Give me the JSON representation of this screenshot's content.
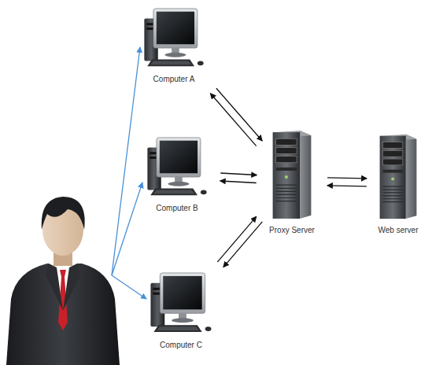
{
  "diagram": {
    "nodes": [
      {
        "text": [
          "Computer A"
        ]
      },
      {
        "text": [
          "Computer B"
        ]
      },
      {
        "text": [
          "Computer C"
        ]
      },
      {
        "text": [
          "Proxy Server"
        ]
      },
      {
        "text": [
          "Web server"
        ]
      }
    ],
    "edges": [
      {
        "from": 0,
        "to": 3,
        "arrow": "to"
      },
      {
        "from": 3,
        "to": 0,
        "arrow": "to"
      },
      {
        "from": 1,
        "to": 3,
        "arrow": "to"
      },
      {
        "from": 3,
        "to": 1,
        "arrow": "to"
      },
      {
        "from": 2,
        "to": 3,
        "arrow": "to"
      },
      {
        "from": 3,
        "to": 2,
        "arrow": "to"
      },
      {
        "from": 3,
        "to": 4,
        "arrow": "to"
      },
      {
        "from": 4,
        "to": 3,
        "arrow": "to"
      }
    ]
  }
}
